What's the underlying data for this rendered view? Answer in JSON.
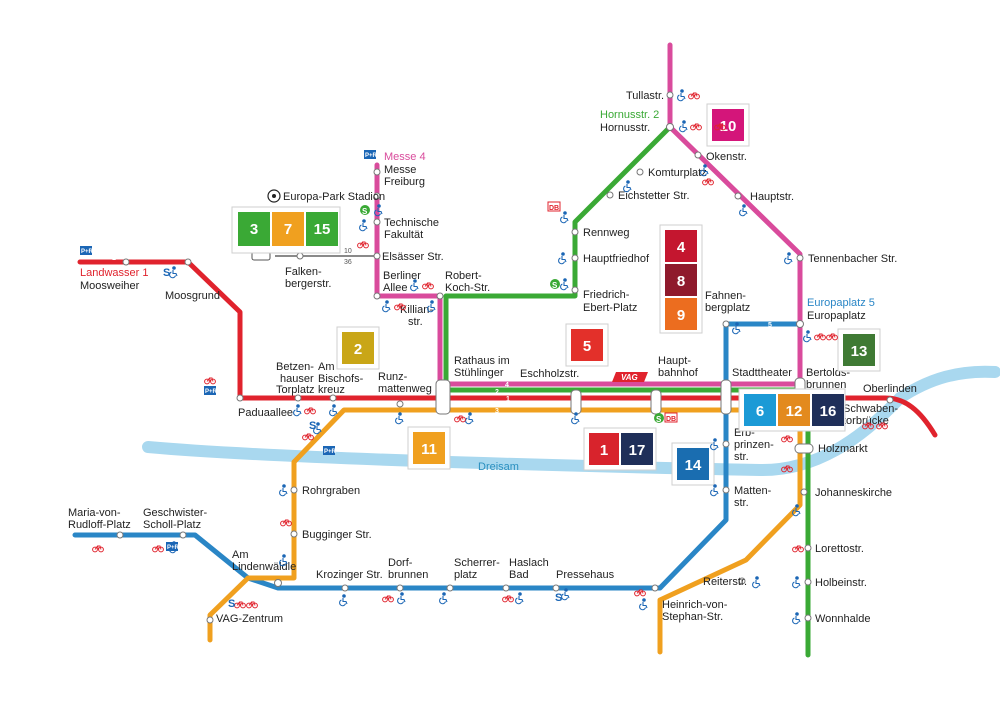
{
  "colors": {
    "line1": "#e0232d",
    "line2": "#3aa935",
    "line3": "#f0a01f",
    "line4": "#d94b9c",
    "line5": "#2a86c6",
    "river": "#a9d8ef",
    "accessible": "#1b66b5",
    "bike": "#e0232d"
  },
  "river": {
    "label": "Dreisam"
  },
  "brand": {
    "vag": "VAG"
  },
  "icons": {
    "wheelchair": "wheelchair-icon",
    "bike": "bike-icon",
    "park_ride": "park-and-ride-icon",
    "sbahn": "s-bahn-icon",
    "db": "db-icon",
    "stadium": "football-icon"
  },
  "terminals": [
    {
      "id": "landwasser",
      "line": "Landwasser 1",
      "station": "Moosweiher",
      "color": "#e0232d"
    },
    {
      "id": "hornuss",
      "line": "Hornusstr. 2",
      "station": "Hornusstr.",
      "color": "#3aa935"
    },
    {
      "id": "messe",
      "line": "Messe 4",
      "station_l1": "Messe",
      "station_l2": "Freiburg",
      "color": "#d94b9c"
    },
    {
      "id": "europaplatz",
      "line": "Europaplatz 5",
      "station": "Europaplatz",
      "color": "#2a86c6"
    }
  ],
  "badges": [
    {
      "id": "b3",
      "num": "3",
      "color": "#3aa935"
    },
    {
      "id": "b7",
      "num": "7",
      "color": "#f0a01f"
    },
    {
      "id": "b15",
      "num": "15",
      "color": "#3aa935"
    },
    {
      "id": "b2",
      "num": "2",
      "color": "#c9a617"
    },
    {
      "id": "b10",
      "num": "10",
      "color": "#d4157a"
    },
    {
      "id": "b4",
      "num": "4",
      "color": "#c4162f"
    },
    {
      "id": "b8",
      "num": "8",
      "color": "#8f1a2c"
    },
    {
      "id": "b9",
      "num": "9",
      "color": "#ec6d1f"
    },
    {
      "id": "b5",
      "num": "5",
      "color": "#e3302a"
    },
    {
      "id": "b13",
      "num": "13",
      "color": "#3f7a34"
    },
    {
      "id": "b11",
      "num": "11",
      "color": "#f0a01f"
    },
    {
      "id": "b1",
      "num": "1",
      "color": "#d8232c"
    },
    {
      "id": "b17",
      "num": "17",
      "color": "#1f2f59"
    },
    {
      "id": "b14",
      "num": "14",
      "color": "#1a6db0"
    },
    {
      "id": "b6",
      "num": "6",
      "color": "#1b9ad6"
    },
    {
      "id": "b12",
      "num": "12",
      "color": "#e38a1e"
    },
    {
      "id": "b16",
      "num": "16",
      "color": "#1f2f59"
    }
  ],
  "segment_labels": {
    "s1": "1",
    "s2": "2",
    "s3": "3",
    "s4": "4",
    "s5": "5",
    "s10": "10",
    "s36": "36"
  },
  "stations": {
    "tullastr": "Tullastr.",
    "okenstr": "Okenstr.",
    "komturplatz": "Komturplatz",
    "eichstetter": "Eichstetter Str.",
    "hauptstr": "Hauptstr.",
    "rennweg": "Rennweg",
    "hauptfriedhof": "Hauptfriedhof",
    "friedrich_l1": "Friedrich-",
    "friedrich_l2": "Ebert-Platz",
    "tennenbacher": "Tennenbacher Str.",
    "europapark": "Europa-Park Stadion",
    "technische_l1": "Technische",
    "technische_l2": "Fakultät",
    "elsaesser": "Elsässer Str.",
    "falken_l1": "Falken-",
    "falken_l2": "bergerstr.",
    "berliner_l1": "Berliner",
    "berliner_l2": "Allee",
    "robert_l1": "Robert-",
    "robert_l2": "Koch-Str.",
    "killian_l1": "Killian-",
    "killian_l2": "str.",
    "moosgrund": "Moosgrund",
    "paduaallee": "Paduaallee",
    "betzen_l1": "Betzen-",
    "betzen_l2": "hauser",
    "betzen_l3": "Torplatz",
    "bischofs_l1": "Am",
    "bischofs_l2": "Bischofs-",
    "bischofs_l3": "kreuz",
    "runz_l1": "Runz-",
    "runz_l2": "mattenweg",
    "rathaus_l1": "Rathaus im",
    "rathaus_l2": "Stühlinger",
    "eschholz": "Eschholzstr.",
    "hbf_l1": "Haupt-",
    "hbf_l2": "bahnhof",
    "fahnen_l1": "Fahnen-",
    "fahnen_l2": "bergplatz",
    "stadttheater": "Stadttheater",
    "bertolds_l1": "Bertolds-",
    "bertolds_l2": "brunnen",
    "oberlinden": "Oberlinden",
    "schwaben_l1": "Schwaben-",
    "schwaben_l2": "torbrücke",
    "holzmarkt": "Holzmarkt",
    "johannes": "Johanneskirche",
    "lorettostr": "Lorettostr.",
    "holbeinstr": "Holbeinstr.",
    "wonnhalde": "Wonnhalde",
    "erbprinzen_l1": "Erb-",
    "erbprinzen_l2": "prinzen-",
    "erbprinzen_l3": "str.",
    "matten_l1": "Matten-",
    "matten_l2": "str.",
    "rohrgraben": "Rohrgraben",
    "bugginger": "Bugginger Str.",
    "maria_l1": "Maria-von-",
    "maria_l2": "Rudloff-Platz",
    "geschwister_l1": "Geschwister-",
    "geschwister_l2": "Scholl-Platz",
    "lindenwaeldle_l1": "Am",
    "lindenwaeldle_l2": "Lindenwäldle",
    "vagzentrum": "VAG-Zentrum",
    "krozinger": "Krozinger Str.",
    "dorf_l1": "Dorf-",
    "dorf_l2": "brunnen",
    "scherrer_l1": "Scherrer-",
    "scherrer_l2": "platz",
    "haslach_l1": "Haslach",
    "haslach_l2": "Bad",
    "pressehaus": "Pressehaus",
    "reiterstr": "Reiterstr.",
    "heinrich_l1": "Heinrich-von-",
    "heinrich_l2": "Stephan-Str."
  }
}
